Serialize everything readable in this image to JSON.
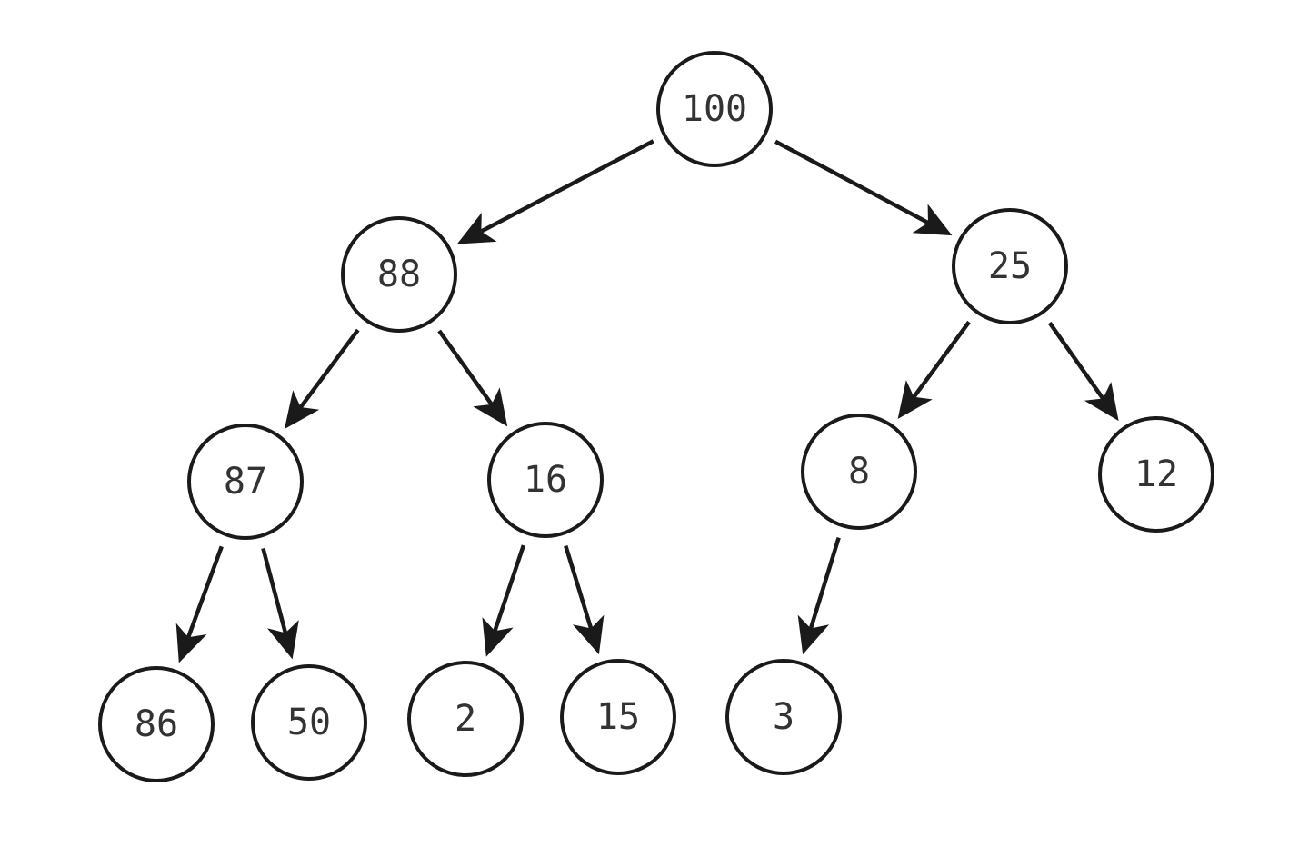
{
  "tree": {
    "nodes": [
      {
        "id": "n100",
        "label": "100"
      },
      {
        "id": "n88",
        "label": "88"
      },
      {
        "id": "n25",
        "label": "25"
      },
      {
        "id": "n87",
        "label": "87"
      },
      {
        "id": "n16",
        "label": "16"
      },
      {
        "id": "n8",
        "label": "8"
      },
      {
        "id": "n12",
        "label": "12"
      },
      {
        "id": "n86",
        "label": "86"
      },
      {
        "id": "n50",
        "label": "50"
      },
      {
        "id": "n2",
        "label": "2"
      },
      {
        "id": "n15",
        "label": "15"
      },
      {
        "id": "n3",
        "label": "3"
      }
    ],
    "edges": [
      {
        "from": "n100",
        "to": "n88"
      },
      {
        "from": "n100",
        "to": "n25"
      },
      {
        "from": "n88",
        "to": "n87"
      },
      {
        "from": "n88",
        "to": "n16"
      },
      {
        "from": "n25",
        "to": "n8"
      },
      {
        "from": "n25",
        "to": "n12"
      },
      {
        "from": "n87",
        "to": "n86"
      },
      {
        "from": "n87",
        "to": "n50"
      },
      {
        "from": "n16",
        "to": "n2"
      },
      {
        "from": "n16",
        "to": "n15"
      },
      {
        "from": "n8",
        "to": "n3"
      }
    ]
  }
}
